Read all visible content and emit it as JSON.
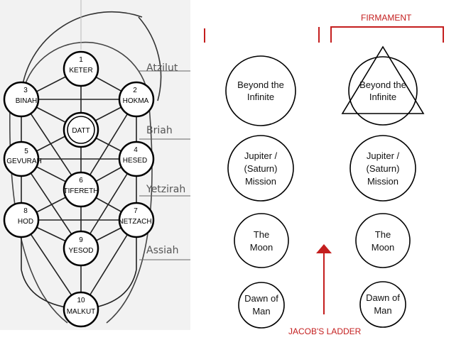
{
  "tree": {
    "sefirot": [
      {
        "id": "keter",
        "number": "1",
        "name": "KETER"
      },
      {
        "id": "binah",
        "number": "3",
        "name": "BINAH"
      },
      {
        "id": "hokma",
        "number": "2",
        "name": "HOKMA"
      },
      {
        "id": "datt",
        "number": "",
        "name": "DATT"
      },
      {
        "id": "gevurah",
        "number": "5",
        "name": "GEVURAH"
      },
      {
        "id": "hesed",
        "number": "4",
        "name": "HESED"
      },
      {
        "id": "tifereth",
        "number": "6",
        "name": "TIFERETH"
      },
      {
        "id": "hod",
        "number": "8",
        "name": "HOD"
      },
      {
        "id": "netzach",
        "number": "7",
        "name": "NETZACH"
      },
      {
        "id": "yesod",
        "number": "9",
        "name": "YESOD"
      },
      {
        "id": "malkut",
        "number": "10",
        "name": "MALKUT"
      }
    ],
    "worlds": [
      "Atzilut",
      "Briah",
      "Yetzirah",
      "Assiah"
    ]
  },
  "ladder": {
    "left_column": [
      {
        "lines": [
          "Beyond the",
          "Infinite"
        ]
      },
      {
        "lines": [
          "Jupiter /",
          "(Saturn)",
          "Mission"
        ]
      },
      {
        "lines": [
          "The",
          "Moon"
        ]
      },
      {
        "lines": [
          "Dawn of",
          "Man"
        ]
      }
    ],
    "right_column": [
      {
        "lines": [
          "Beyond the",
          "Infinite"
        ]
      },
      {
        "lines": [
          "Jupiter /",
          "(Saturn)",
          "Mission"
        ]
      },
      {
        "lines": [
          "The",
          "Moon"
        ]
      },
      {
        "lines": [
          "Dawn of",
          "Man"
        ]
      }
    ],
    "firmament_label": "FIRMAMENT",
    "jacobs_ladder_label": "JACOB'S LADDER"
  },
  "colors": {
    "accent_red": "#c41e1e",
    "panel_bg": "#f2f2f2",
    "line": "#111111"
  }
}
